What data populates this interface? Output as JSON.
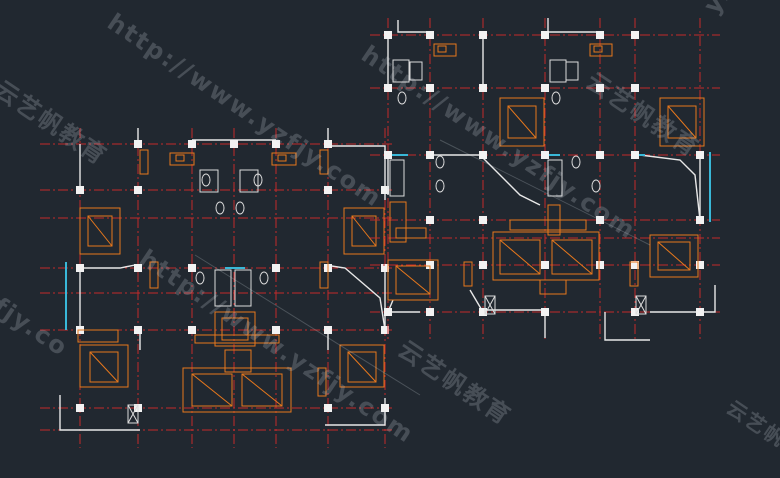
{
  "drawing": {
    "background": "#212830",
    "colors": {
      "axis": "#c42a2a",
      "column_fill": "#f2f2f2",
      "wall": "#e8e8e8",
      "furniture": "#e8781c",
      "window": "#39b8d8",
      "fixture": "#dcdcdc"
    }
  },
  "watermarks": {
    "url": "http://www.yzfjy.com",
    "brand_cn": "云艺帆教育",
    "url_short": "yzfjy",
    "url_tail": "fjy.co"
  }
}
